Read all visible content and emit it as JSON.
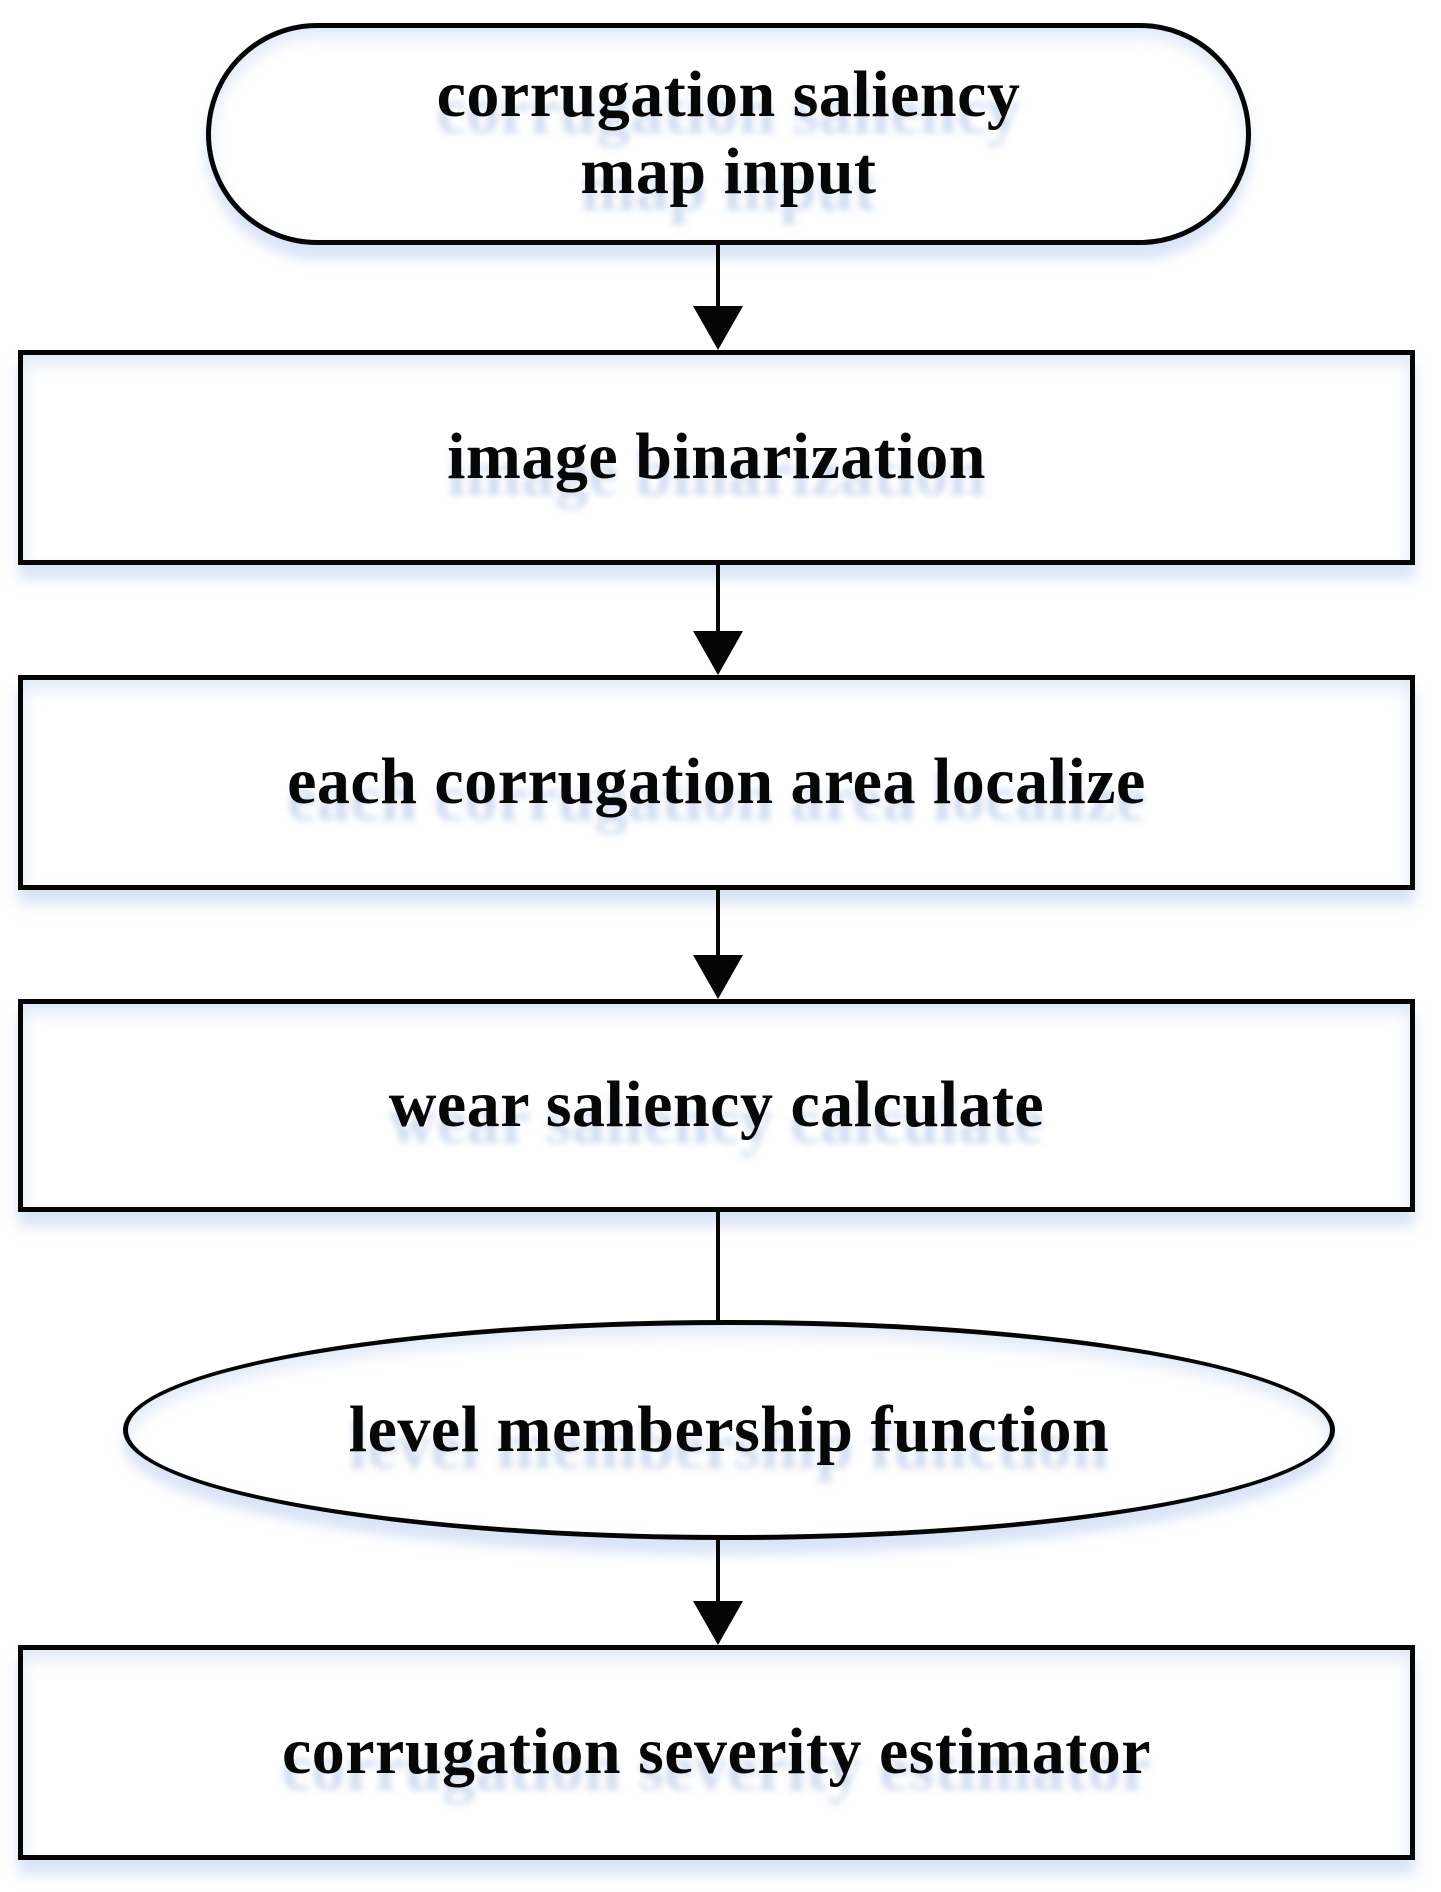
{
  "flowchart": {
    "background_color": "#ffffff",
    "stroke_color": "#050505",
    "shadow_tint_color": "#cdd9f0",
    "text_color": "#070707",
    "nodes": [
      {
        "shape": "stadium",
        "label": "corrugation saliency\nmap input"
      },
      {
        "shape": "rectangle",
        "label": "image binarization"
      },
      {
        "shape": "rectangle",
        "label": "each corrugation area localize"
      },
      {
        "shape": "rectangle",
        "label": "wear saliency calculate"
      },
      {
        "shape": "ellipse",
        "label": "level membership function"
      },
      {
        "shape": "rectangle",
        "label": "corrugation severity estimator"
      }
    ],
    "connectors": [
      {
        "from": "corrugation saliency map input",
        "to": "image binarization",
        "type": "arrow"
      },
      {
        "from": "image binarization",
        "to": "each corrugation area localize",
        "type": "arrow"
      },
      {
        "from": "each corrugation area localize",
        "to": "wear saliency calculate",
        "type": "arrow"
      },
      {
        "from": "wear saliency calculate",
        "to": "level membership function",
        "type": "line"
      },
      {
        "from": "level membership function",
        "to": "corrugation severity estimator",
        "type": "arrow"
      }
    ]
  }
}
